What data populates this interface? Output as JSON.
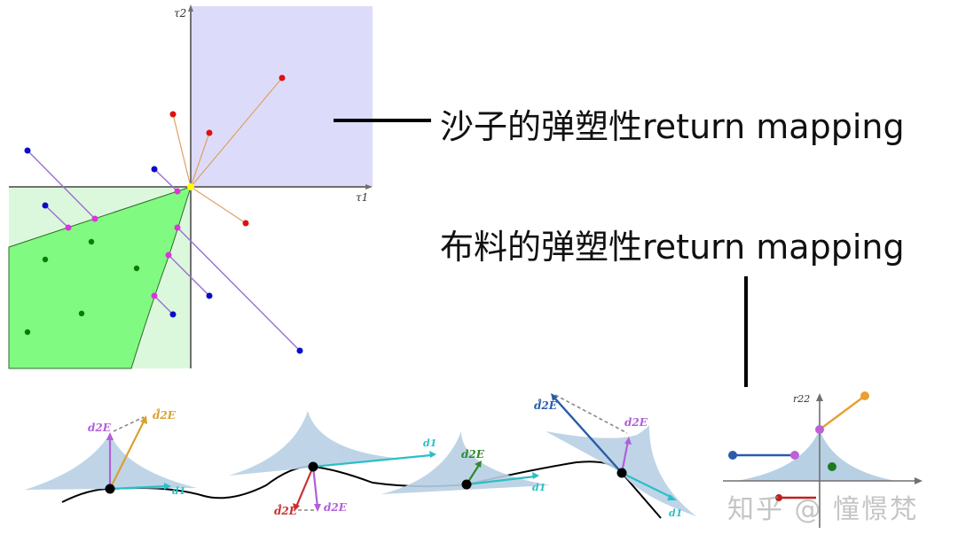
{
  "captions": {
    "sand": "沙子的弹塑性return mapping",
    "cloth": "布料的弹塑性return mapping"
  },
  "sand_plot": {
    "axis_x_label": "τ1",
    "axis_y_label": "τ2",
    "colors": {
      "tension_region": "#dcdcfa",
      "outer_region": "#dcf8dc",
      "yield_region": "#80fa80",
      "axis": "#707070",
      "red_point": "#dd1111",
      "blue_point": "#0b0bcc",
      "magenta_point": "#dd33dd",
      "green_point": "#0b7a0b",
      "origin_point": "#ffff00",
      "projection_line": "#9a6fd0",
      "tension_line": "#e0a060"
    }
  },
  "cloth_panels": {
    "labels": {
      "d1": "d1",
      "d2E": "d2E",
      "d2E_hat": "d̂2E"
    },
    "colors": {
      "cone": "#b8d0e4",
      "d1": "#2bbfc7",
      "d2E": "#b060d8",
      "d2E_hat_orange": "#d9a030",
      "d2E_hat_red": "#c83030",
      "d2E_hat_blue": "#2a5ca8",
      "d2E_green": "#2f8a2f",
      "dash": "#888888"
    }
  },
  "cloth_plot": {
    "axis_y_label": "r22",
    "colors": {
      "blue": "#2a5ca8",
      "orange": "#e8a030",
      "magenta": "#c060d8",
      "green": "#1f7a1f",
      "red": "#c02020"
    }
  },
  "watermark": "知乎 @ 憧憬梵"
}
